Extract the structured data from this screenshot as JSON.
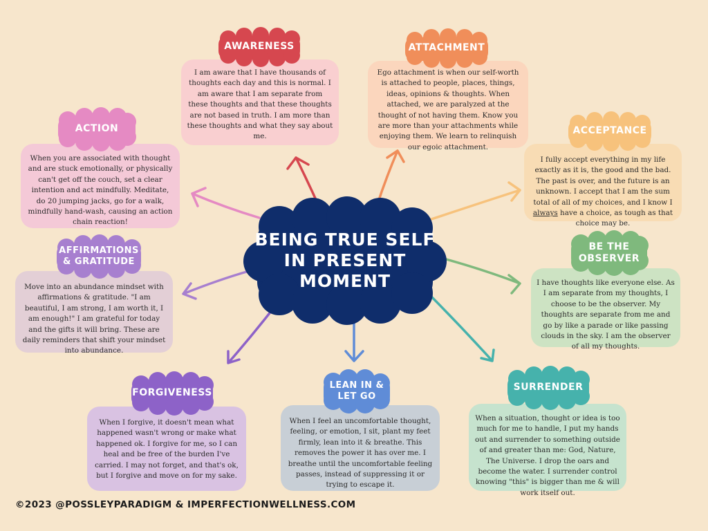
{
  "center": {
    "title_line1": "BEING TRUE SELF",
    "title_line2": "IN PRESENT",
    "title_line3": "MOMENT"
  },
  "colors": {
    "background": "#f7e6cc",
    "center": "#0f2d6b",
    "awareness": "#d6474f",
    "attachment": "#f08e5a",
    "acceptance": "#f7c27c",
    "action": "#e58ac3",
    "affirmations": "#a77fcf",
    "observer": "#7fb97d",
    "forgiveness": "#8d62c8",
    "lean_in": "#5f8cd7",
    "surrender": "#46b2ac"
  },
  "nodes": {
    "awareness": {
      "label": "AWARENESS",
      "text": "I am aware that I have thousands of thoughts each day and this is normal. I am aware that I am separate from these thoughts and that these thoughts are not based in truth. I am more than these thoughts and what they say about me."
    },
    "attachment": {
      "label": "ATTACHMENT",
      "text": "Ego attachment is when our self-worth is attached to people, places, things, ideas, opinions & thoughts. When attached, we are paralyzed at the thought of not having them. Know you are more than your attachments while enjoying them. We learn to relinquish our egoic attachment."
    },
    "acceptance": {
      "label": "ACCEPTANCE",
      "text_before": "I fully accept everything in my life exactly as it is, the good and the bad. The past is over, and the future is an unknown. I accept that I am the sum total of all of my choices, and I know I ",
      "text_underlined": "always",
      "text_after": " have a choice, as tough as that choice may be."
    },
    "action": {
      "label": "ACTION",
      "text": "When you are associated with thought and are stuck emotionally, or physically can't get off the couch, set a clear intention and act mindfully. Meditate, do 20 jumping jacks, go for a walk, mindfully hand-wash, causing an action chain reaction!"
    },
    "affirmations": {
      "label_line1": "AFFIRMATIONS",
      "label_line2": "& GRATITUDE",
      "text": "Move into an abundance mindset with affirmations & gratitude.  \"I am beautiful, I am strong, I am worth it, I am enough!\" I am grateful for today and the gifts it will bring.  These are daily reminders that shift your mindset into abundance."
    },
    "observer": {
      "label_line1": "BE THE",
      "label_line2": "OBSERVER",
      "text": "I have thoughts like everyone else. As I am separate from my thoughts, I choose to be the observer. My thoughts are separate from me and go by like a parade or like passing clouds in the sky. I am the observer of all my thoughts."
    },
    "forgiveness": {
      "label": "FORGIVENESS",
      "text": "When I forgive, it doesn't mean what happened wasn't wrong or make what happened ok. I forgive for me, so I can heal and be free of the burden I've carried. I may not forget, and that's ok, but I forgive and move on for my sake."
    },
    "lean_in": {
      "label_line1": "LEAN IN &",
      "label_line2": "LET GO",
      "text": "When I feel an uncomfortable thought, feeling, or emotion, I sit, plant my feet firmly, lean into it & breathe. This removes the power it has over me. I breathe until the uncomfortable feeling passes, instead of suppressing it or trying to escape it."
    },
    "surrender": {
      "label": "SURRENDER",
      "text": "When a situation, thought or idea is too much for me to handle, I put my hands out and surrender to something outside of and greater than me: God, Nature, The Universe. I drop the oars and become the water. I surrender control knowing \"this\" is bigger than me & will work itself out."
    }
  },
  "footer": "©2023 @POSSLEYPARADIGM & IMPERFECTIONWELLNESS.COM"
}
